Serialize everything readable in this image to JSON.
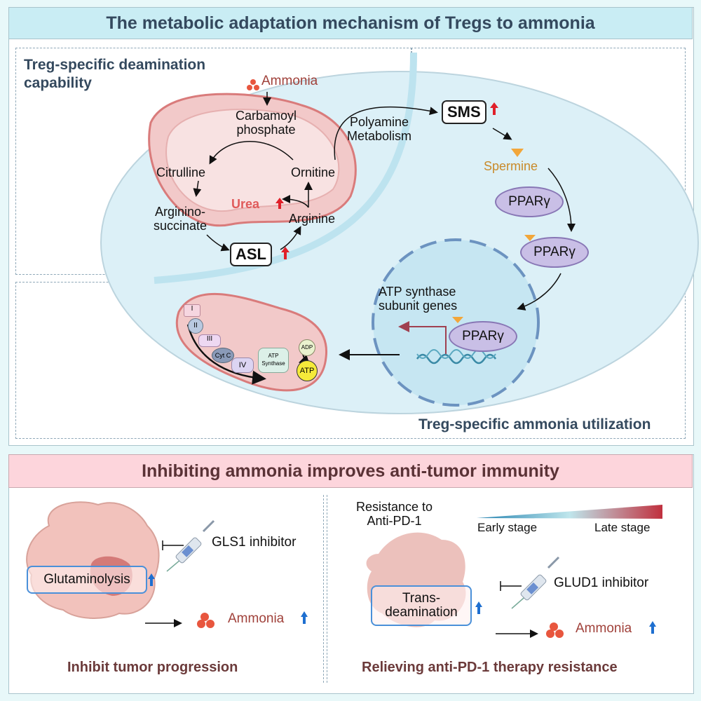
{
  "top_panel": {
    "title": "The metabolic adaptation mechanism of Tregs to ammonia",
    "deamination_title_line1": "Treg-specific deamination",
    "deamination_title_line2": "capability",
    "utilization_title": "Treg-specific ammonia utilization",
    "urea_cycle": {
      "ammonia": "Ammonia",
      "carbamoyl_line1": "Carbamoyl",
      "carbamoyl_line2": "phosphate",
      "citrulline": "Citrulline",
      "ornitine": "Ornitine",
      "argininosuccinate_line1": "Arginino-",
      "argininosuccinate_line2": "succinate",
      "arginine": "Arginine",
      "urea": "Urea",
      "asl": "ASL"
    },
    "polyamine": {
      "line1": "Polyamine",
      "line2": "Metabolism",
      "sms": "SMS",
      "spermine": "Spermine",
      "ppar1": "PPARγ",
      "ppar2": "PPARγ",
      "ppar3": "PPARγ"
    },
    "nucleus": {
      "genes_line1": "ATP synthase",
      "genes_line2": "subunit genes"
    },
    "etc": {
      "complex1": "I",
      "complex2": "II",
      "complex3": "III",
      "cytc": "Cyt C",
      "complex4": "IV",
      "atp_synthase_line1": "ATP",
      "atp_synthase_line2": "Synthase",
      "adp": "ADP",
      "atp": "ATP"
    }
  },
  "bottom_panel": {
    "title": "Inhibiting ammonia improves anti-tumor immunity",
    "left": {
      "inhibitor": "GLS1 inhibitor",
      "process": "Glutaminolysis",
      "ammonia": "Ammonia",
      "caption": "Inhibit tumor progression"
    },
    "right": {
      "resistance_line1": "Resistance to",
      "resistance_line2": "Anti-PD-1",
      "early": "Early stage",
      "late": "Late stage",
      "inhibitor": "GLUD1 inhibitor",
      "process_line1": "Trans-",
      "process_line2": "deamination",
      "ammonia": "Ammonia",
      "caption": "Relieving anti-PD-1 therapy resistance"
    }
  },
  "colors": {
    "up_arrow": "#e0202a",
    "down_arrow": "#1e6fd0",
    "ammonia_text": "#a0413a",
    "spermine_text": "#c98a2a"
  }
}
